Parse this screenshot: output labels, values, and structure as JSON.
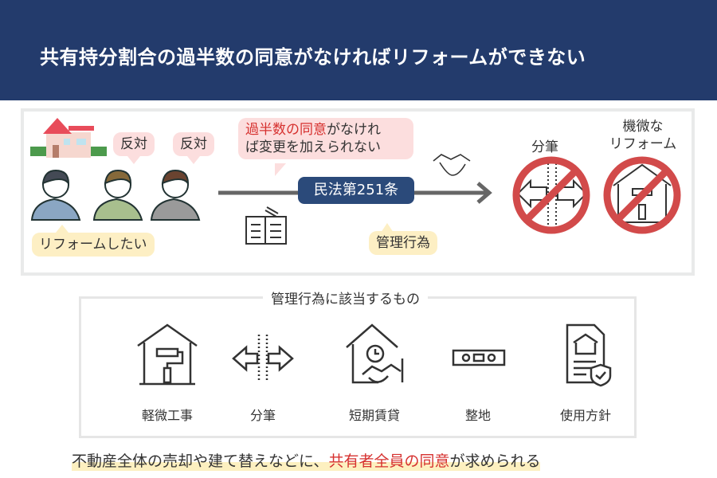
{
  "header": {
    "title": "共有持分割合の過半数の同意がなければリフォームができない"
  },
  "scenario": {
    "oppose_1": "反対",
    "oppose_2": "反対",
    "want_reform": "リフォームしたい",
    "condition_red": "過半数の同意",
    "condition_rest_1": "がなけれ",
    "condition_rest_2": "ば変更を加えられない",
    "law": "民法第251条",
    "category": "管理行為",
    "prohibited_1": "分筆",
    "prohibited_2_line1": "機微な",
    "prohibited_2_line2": "リフォーム"
  },
  "management": {
    "title": "管理行為に該当するもの",
    "items": [
      {
        "label": "軽微工事",
        "icon": "house-roller-icon"
      },
      {
        "label": "分筆",
        "icon": "split-arrows-icon"
      },
      {
        "label": "短期賃貸",
        "icon": "house-handshake-icon"
      },
      {
        "label": "整地",
        "icon": "level-icon"
      },
      {
        "label": "使用方針",
        "icon": "document-shield-icon"
      }
    ]
  },
  "footer": {
    "text_1": "不動産全体の売却や建て替えなどに、",
    "text_red": "共有者全員の同意",
    "text_2": "が求められる"
  },
  "colors": {
    "header": "#233b6c",
    "accent_red": "#d6312f",
    "prohibit": "#d24a4a"
  }
}
